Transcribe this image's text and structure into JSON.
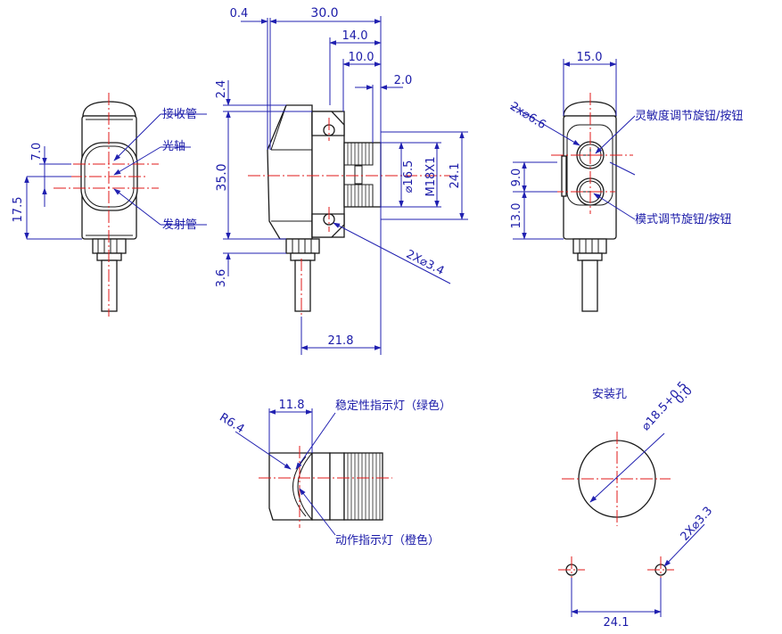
{
  "left_view": {
    "labels": {
      "receiver": "接收管",
      "optical_axis": "光轴",
      "emitter": "发射管"
    },
    "dims": {
      "d7": "7.0",
      "d17_5": "17.5"
    }
  },
  "side_view": {
    "dims": {
      "d0_4": "0.4",
      "d30": "30.0",
      "d14": "14.0",
      "d10": "10.0",
      "d2": "2.0",
      "d2_4": "2.4",
      "d35": "35.0",
      "d3_6": "3.6",
      "d16_5": "⌀16.5",
      "m18": "M18X1",
      "d24_1": "24.1",
      "hole2x": "2X⌀3.4",
      "d21_8": "21.8"
    }
  },
  "right_view": {
    "dims": {
      "d15": "15.0",
      "d6_6": "2x⌀6.6",
      "d9": "9.0",
      "d13": "13.0"
    },
    "labels": {
      "sensitivity": "灵敏度调节旋钮/按钮",
      "mode": "模式调节旋钮/按钮"
    }
  },
  "bottom_view": {
    "dims": {
      "d11_8": "11.8",
      "r6_4": "R6.4"
    },
    "labels": {
      "stability_led": "稳定性指示灯（绿色）",
      "action_led": "动作指示灯（橙色）"
    }
  },
  "mounting": {
    "title": "安装孔",
    "dims": {
      "d18_5": "⌀18.5+0.5",
      "tol": "0.0",
      "hole2x": "2X⌀3.3",
      "d24_1": "24.1"
    }
  }
}
